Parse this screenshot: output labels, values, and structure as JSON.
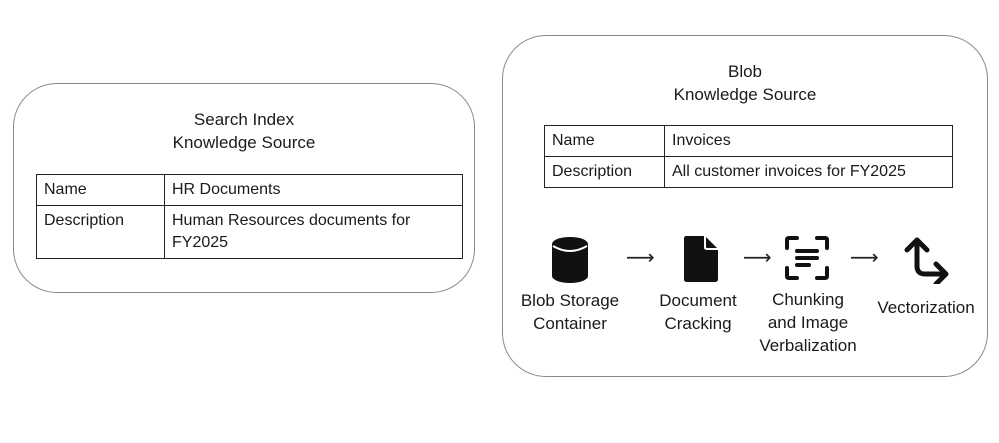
{
  "search_index_card": {
    "title_line1": "Search Index",
    "title_line2": "Knowledge Source",
    "rows": [
      {
        "key": "Name",
        "value": "HR Documents"
      },
      {
        "key": "Description",
        "value": "Human Resources documents for FY2025"
      }
    ]
  },
  "blob_card": {
    "title_line1": "Blob",
    "title_line2": "Knowledge Source",
    "rows": [
      {
        "key": "Name",
        "value": "Invoices"
      },
      {
        "key": "Description",
        "value": "All customer invoices for FY2025"
      }
    ],
    "pipeline": [
      {
        "icon": "database-icon",
        "label_lines": [
          "Blob Storage",
          "Container"
        ]
      },
      {
        "icon": "document-icon",
        "label_lines": [
          "Document",
          "Cracking"
        ]
      },
      {
        "icon": "text-scan-icon",
        "label_lines": [
          "Chunking",
          "and Image",
          "Verbalization"
        ]
      },
      {
        "icon": "branch-arrow-icon",
        "label_lines": [
          "Vectorization"
        ]
      }
    ],
    "arrow_glyph": "⟶"
  }
}
